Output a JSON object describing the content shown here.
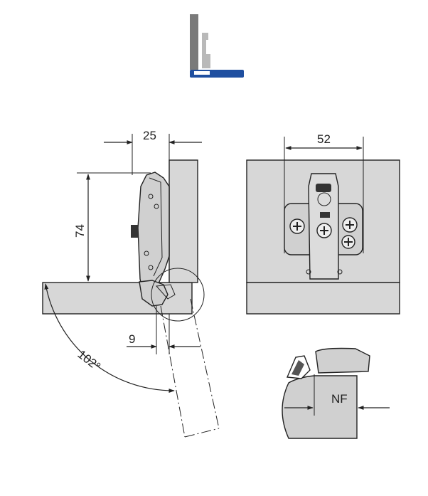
{
  "icon": {
    "name": "overlay-hinge-position-icon",
    "panel_color": "#7a7a7a",
    "base_color": "#1f4fa0"
  },
  "dimensions": {
    "width_25": "25",
    "height_74": "74",
    "offset_9": "9",
    "angle": "102°",
    "plate_52": "52",
    "nf": "NF"
  },
  "colors": {
    "panel_fill": "#d7d7d7",
    "line": "#222222",
    "metal": "#bdbdbd"
  }
}
